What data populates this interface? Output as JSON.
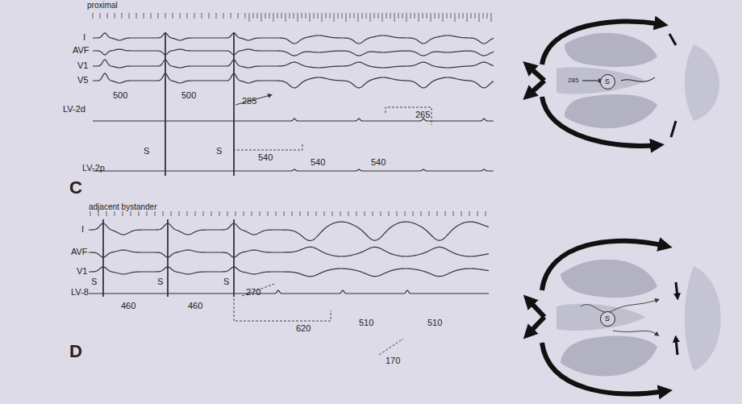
{
  "diagram": {
    "nodes": [
      {
        "text": [
          "S"
        ]
      },
      {
        "text": [
          "S"
        ]
      }
    ],
    "labels": [
      "proximal",
      "I",
      "AVF",
      "V1",
      "V5",
      "LV-2d",
      "LV-2p",
      "500",
      "500",
      "S",
      "S",
      "285",
      "540",
      "540",
      "540",
      "265",
      "C",
      "285",
      "adjacent bystander",
      "I",
      "AVF",
      "V1",
      "LV-8",
      "S",
      "460",
      "S",
      "460",
      "S",
      "270",
      "620",
      "510",
      "510",
      "170",
      "D"
    ]
  }
}
